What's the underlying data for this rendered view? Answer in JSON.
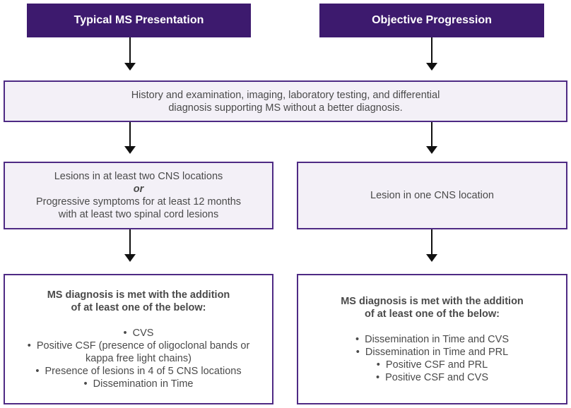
{
  "headers": {
    "left": "Typical MS Presentation",
    "right": "Objective Progression"
  },
  "shared_box": {
    "line1": "History and examination, imaging, laboratory testing, and differential",
    "line2": "diagnosis supporting MS without a better diagnosis."
  },
  "left_branch": {
    "lesions_line": "Lesions in at least two CNS locations",
    "connector": "or",
    "progressive_line1": "Progressive symptoms for at least 12 months",
    "progressive_line2": "with at least two spinal cord lesions",
    "result_title_line1": "MS diagnosis is met with the addition",
    "result_title_line2": "of at least one of the below:",
    "criteria": [
      "CVS",
      "Positive CSF (presence of oligoclonal bands or",
      "kappa free light chains)",
      "Presence of lesions in 4 of 5 CNS locations",
      "Dissemination in Time"
    ]
  },
  "right_branch": {
    "lesion_text": "Lesion in one CNS location",
    "result_title_line1": "MS diagnosis is met with the addition",
    "result_title_line2": "of at least one of the below:",
    "criteria": [
      "Dissemination in Time and CVS",
      "Dissemination in Time and PRL",
      "Positive CSF and PRL",
      "Positive CSF and CVS"
    ]
  },
  "colors": {
    "header_bg": "#3d1a6e",
    "border": "#4e2a84",
    "box_fill": "#f3f0f7",
    "text": "#4a4a4a"
  }
}
